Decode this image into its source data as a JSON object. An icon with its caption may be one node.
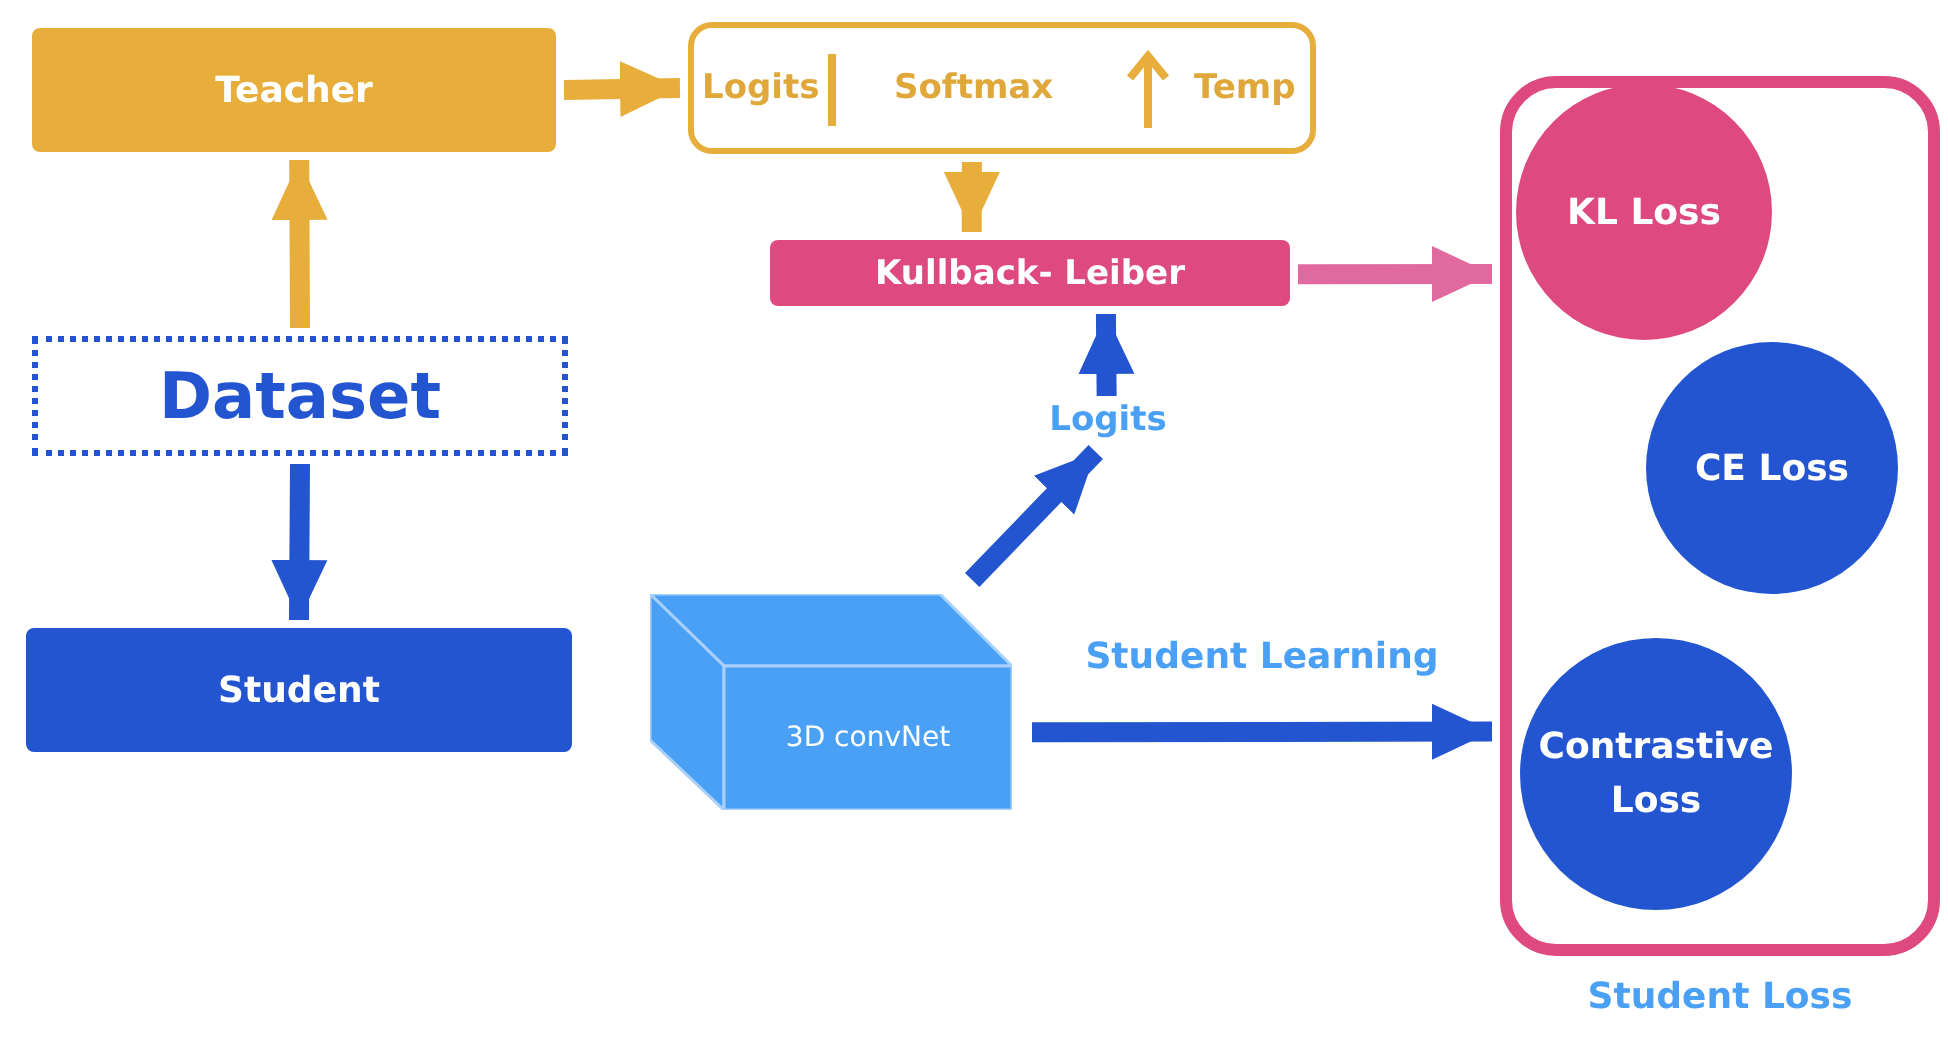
{
  "diagram": {
    "nodes": [
      {
        "text": [
          "Teacher"
        ]
      },
      {
        "text": [
          "Logits",
          "Softmax",
          "Temp"
        ]
      },
      {
        "text": [
          "Student Loss"
        ]
      },
      {
        "text": [
          "KL Loss"
        ],
        "in": 2
      },
      {
        "text": [
          "Kullback- Leiber"
        ]
      },
      {
        "text": [
          "Dataset"
        ]
      },
      {
        "text": [
          "Logits"
        ]
      },
      {
        "text": [
          "CE Loss"
        ],
        "in": 2
      },
      {
        "text": [
          "Student"
        ]
      },
      {
        "text": [
          "3D convNet"
        ]
      },
      {
        "text": [
          "Contrastive Loss"
        ],
        "in": 2
      }
    ],
    "edges": [
      {
        "from": 5,
        "to": 0,
        "arrow": "to",
        "color": "#e8ae3c"
      },
      {
        "from": 0,
        "to": 1,
        "arrow": "to",
        "color": "#e8ae3c"
      },
      {
        "from": 1,
        "to": 4,
        "arrow": "to",
        "color": "#e8ae3c"
      },
      {
        "from": 4,
        "to": 2,
        "arrow": "to",
        "color": "#e06aa0"
      },
      {
        "from": 5,
        "to": 8,
        "arrow": "to"
      },
      {
        "from": 9,
        "to": 6,
        "arrow": "to"
      },
      {
        "from": 6,
        "to": 4,
        "arrow": "to"
      },
      {
        "from": 9,
        "to": 2,
        "arrow": "to",
        "label": "Student Learning"
      }
    ]
  }
}
